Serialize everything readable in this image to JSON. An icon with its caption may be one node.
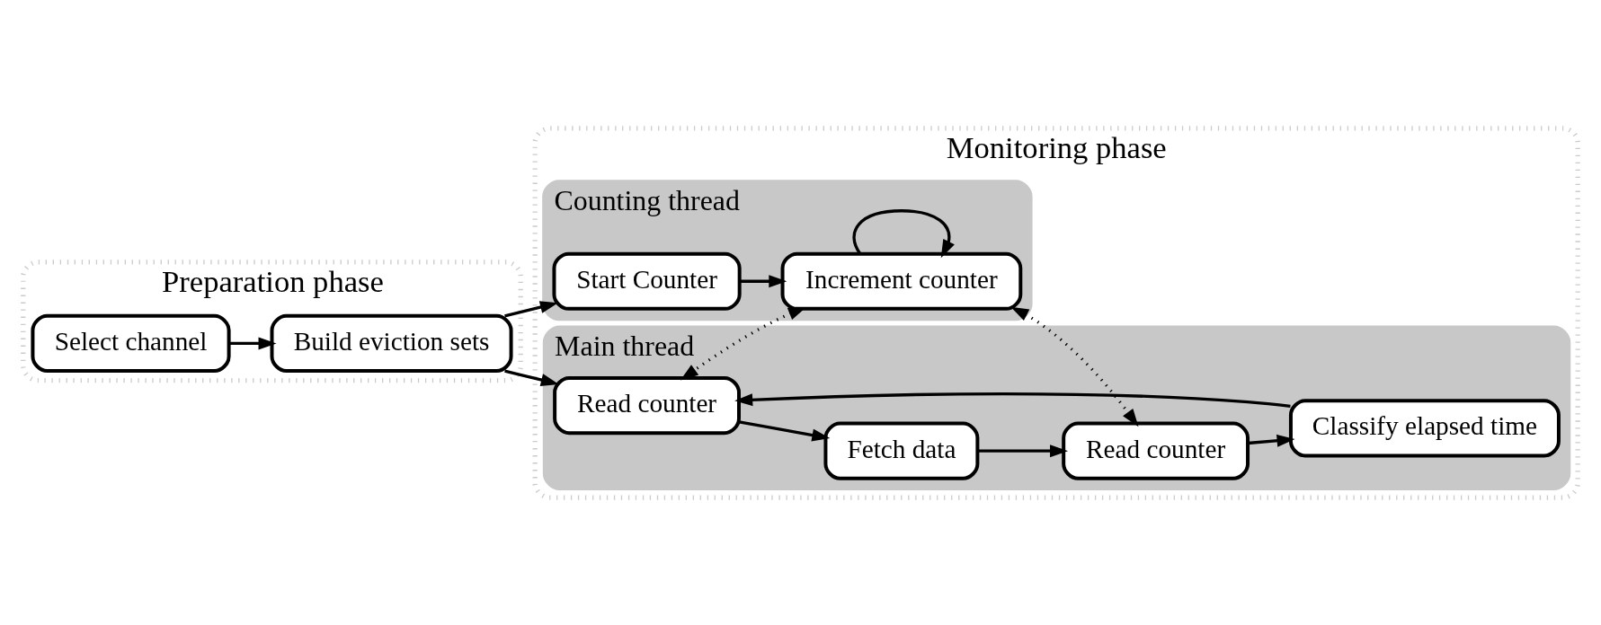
{
  "diagram": {
    "nodes": [
      {
        "text": [
          "Preparation phase"
        ]
      },
      {
        "text": [
          "Select channel"
        ],
        "in": 0
      },
      {
        "text": [
          "Build eviction sets"
        ],
        "in": 0
      },
      {
        "text": [
          "Monitoring phase"
        ]
      },
      {
        "text": [
          "Counting thread"
        ],
        "in": 3
      },
      {
        "text": [
          "Start Counter"
        ],
        "in": 4
      },
      {
        "text": [
          "Increment counter"
        ],
        "in": 4
      },
      {
        "text": [
          "Main thread"
        ],
        "in": 3
      },
      {
        "text": [
          "Read counter"
        ],
        "in": 7
      },
      {
        "text": [
          "Fetch data"
        ],
        "in": 7
      },
      {
        "text": [
          "Read counter"
        ],
        "in": 7
      },
      {
        "text": [
          "Classify elapsed time"
        ],
        "in": 7
      }
    ],
    "edges": [
      {
        "from": 1,
        "to": 2,
        "arrow": "to"
      },
      {
        "from": 2,
        "to": 5,
        "arrow": "to"
      },
      {
        "from": 2,
        "to": 8,
        "arrow": "to"
      },
      {
        "from": 5,
        "to": 6,
        "arrow": "to"
      },
      {
        "from": 6,
        "to": 6,
        "arrow": "to"
      },
      {
        "from": 6,
        "to": 8,
        "arrow": "both",
        "style": "dashed"
      },
      {
        "from": 6,
        "to": 10,
        "arrow": "both",
        "style": "dashed"
      },
      {
        "from": 8,
        "to": 9,
        "arrow": "to"
      },
      {
        "from": 9,
        "to": 10,
        "arrow": "to"
      },
      {
        "from": 10,
        "to": 11,
        "arrow": "to"
      },
      {
        "from": 11,
        "to": 8,
        "arrow": "to"
      }
    ]
  }
}
